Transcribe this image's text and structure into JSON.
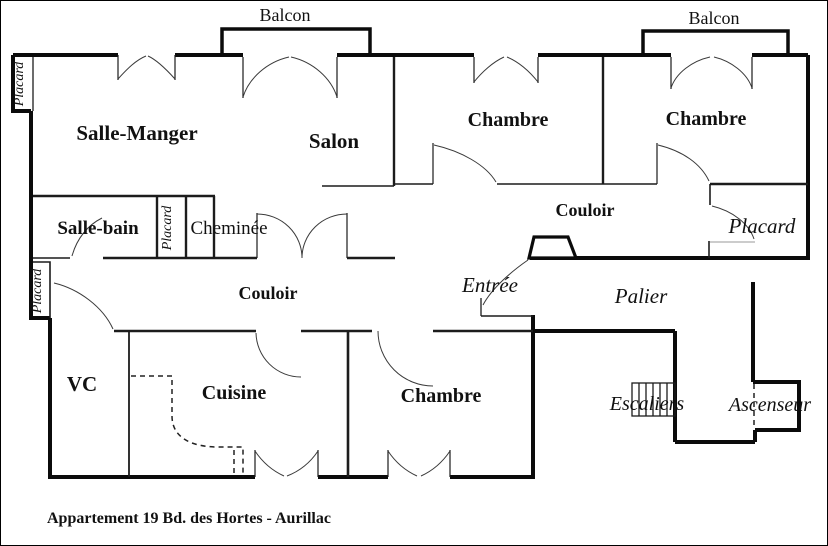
{
  "drawing": {
    "type": "apartment-floor-plan",
    "caption": "Appartement 19 Bd. des Hortes - Aurillac",
    "colors": {
      "background": "#ffffff",
      "walls": "#0b0b0b",
      "partitions": "#1c1c1c",
      "door_arcs": "#3a3a3a",
      "open_door_leaf": "#9a9a9a"
    }
  },
  "rooms": {
    "balcon_left": "Balcon",
    "balcon_right": "Balcon",
    "placard_top_left": "Placard",
    "salle_manger": "Salle-Manger",
    "salon": "Salon",
    "chambre_top_1": "Chambre",
    "chambre_top_2": "Chambre",
    "salle_bain": "Salle-bain",
    "placard_middle": "Placard",
    "cheminee": "Cheminée",
    "couloir_upper": "Couloir",
    "placard_right": "Placard",
    "placard_left": "Placard",
    "couloir_lower": "Couloir",
    "entree": "Entrée",
    "palier": "Palier",
    "vc": "VC",
    "cuisine": "Cuisine",
    "chambre_bottom": "Chambre",
    "escaliers": "Escaliers",
    "ascenseur": "Ascenseur"
  }
}
